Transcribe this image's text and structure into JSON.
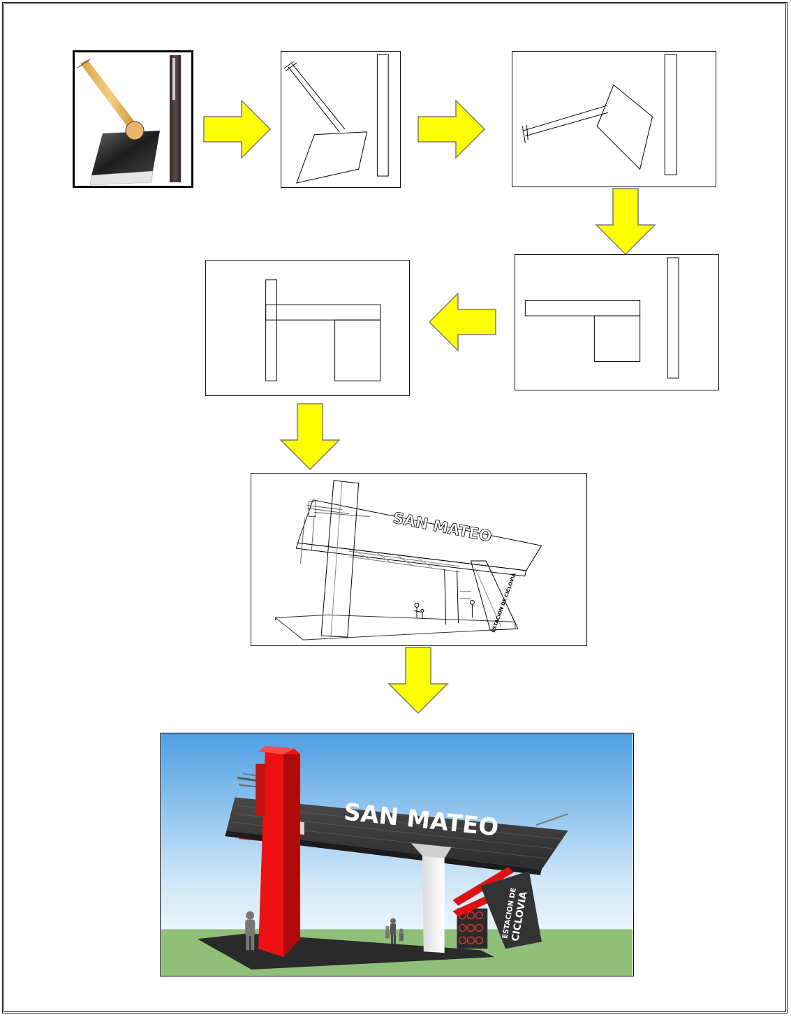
{
  "colors": {
    "arrow_fill": "#ffff00",
    "arrow_stroke": "#7a7a7a",
    "structure_red": "#ee1111",
    "canopy_dark": "#3a3a3a",
    "sky_top": "#5aa8e8",
    "sky_bottom": "#e6f3fb",
    "grass": "#8fbf78"
  },
  "steps": [
    {
      "id": "step-1",
      "content": "photo of hoe and machete"
    },
    {
      "id": "step-2",
      "content": "line sketch of hoe and machete"
    },
    {
      "id": "step-3",
      "content": "rotated hoe sketch"
    },
    {
      "id": "step-4",
      "content": "simplified block shapes"
    },
    {
      "id": "step-5",
      "content": "regrouped block shapes"
    },
    {
      "id": "step-6",
      "content": "line drawing of station"
    },
    {
      "id": "step-7",
      "content": "rendered station"
    }
  ],
  "sketch": {
    "sign_text": "SAN MATEO",
    "side_text": "ESTACION DE CICLOVIA"
  },
  "render": {
    "sign_text": "SAN MATEO",
    "side_text_top": "ESTACION DE",
    "side_text_bottom": "CICLOVIA"
  }
}
